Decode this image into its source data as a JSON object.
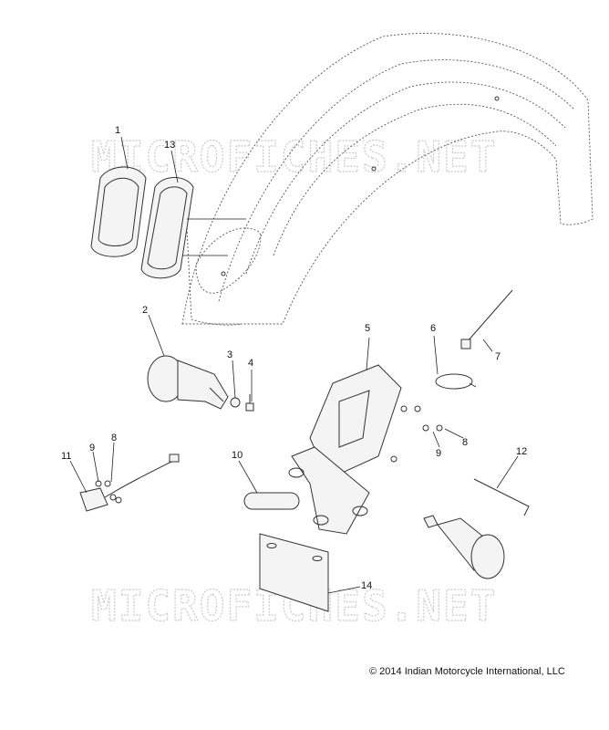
{
  "watermark": "MICROFICHES.NET",
  "copyright": "© 2014 Indian Motorcycle International, LLC",
  "callouts": [
    {
      "id": "c1",
      "label": "1"
    },
    {
      "id": "c13",
      "label": "13"
    },
    {
      "id": "c2",
      "label": "2"
    },
    {
      "id": "c3",
      "label": "3"
    },
    {
      "id": "c4",
      "label": "4"
    },
    {
      "id": "c5",
      "label": "5"
    },
    {
      "id": "c6",
      "label": "6"
    },
    {
      "id": "c7",
      "label": "7"
    },
    {
      "id": "c8a",
      "label": "8"
    },
    {
      "id": "c9a",
      "label": "9"
    },
    {
      "id": "c11",
      "label": "11"
    },
    {
      "id": "c9b",
      "label": "9"
    },
    {
      "id": "c8b",
      "label": "8"
    },
    {
      "id": "c10",
      "label": "10"
    },
    {
      "id": "c12",
      "label": "12"
    },
    {
      "id": "c14",
      "label": "14"
    }
  ]
}
